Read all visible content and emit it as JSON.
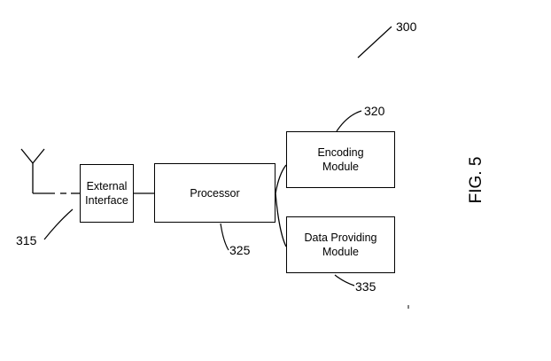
{
  "figure_label": "FIG. 5",
  "blocks": {
    "external_interface": "External\nInterface",
    "processor": "Processor",
    "encoding_module": "Encoding\nModule",
    "data_providing_module": "Data Providing\nModule"
  },
  "references": {
    "system": "300",
    "external_interface": "315",
    "encoding_module": "320",
    "processor": "325",
    "data_providing_module": "335"
  }
}
